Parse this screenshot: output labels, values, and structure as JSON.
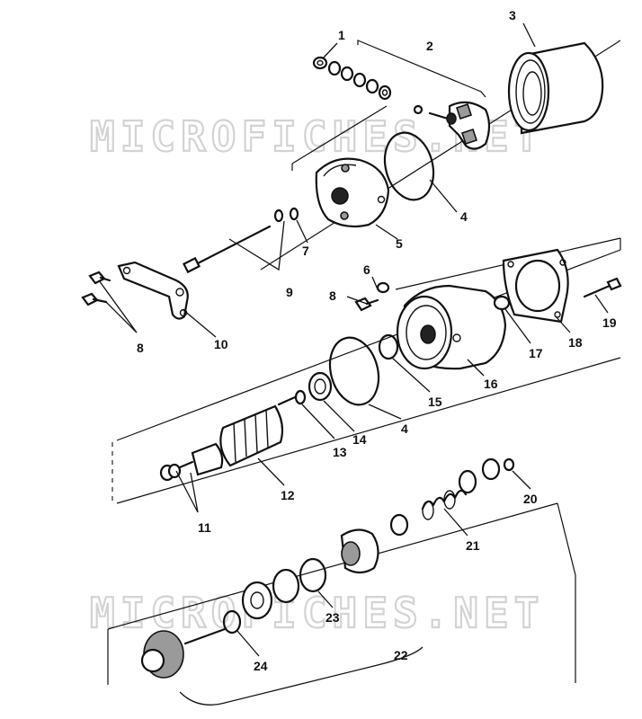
{
  "watermark": "MICROFICHES.NET",
  "callouts": [
    {
      "id": "1",
      "label": "1"
    },
    {
      "id": "2",
      "label": "2"
    },
    {
      "id": "3",
      "label": "3"
    },
    {
      "id": "4a",
      "label": "4"
    },
    {
      "id": "5",
      "label": "5"
    },
    {
      "id": "6",
      "label": "6"
    },
    {
      "id": "7",
      "label": "7"
    },
    {
      "id": "8a",
      "label": "8"
    },
    {
      "id": "8b",
      "label": "8"
    },
    {
      "id": "9",
      "label": "9"
    },
    {
      "id": "10",
      "label": "10"
    },
    {
      "id": "11",
      "label": "11"
    },
    {
      "id": "12",
      "label": "12"
    },
    {
      "id": "13",
      "label": "13"
    },
    {
      "id": "14",
      "label": "14"
    },
    {
      "id": "15",
      "label": "15"
    },
    {
      "id": "4b",
      "label": "4"
    },
    {
      "id": "16",
      "label": "16"
    },
    {
      "id": "17",
      "label": "17"
    },
    {
      "id": "18",
      "label": "18"
    },
    {
      "id": "19",
      "label": "19"
    },
    {
      "id": "20",
      "label": "20"
    },
    {
      "id": "21",
      "label": "21"
    },
    {
      "id": "22",
      "label": "22"
    },
    {
      "id": "23",
      "label": "23"
    },
    {
      "id": "24",
      "label": "24"
    }
  ]
}
